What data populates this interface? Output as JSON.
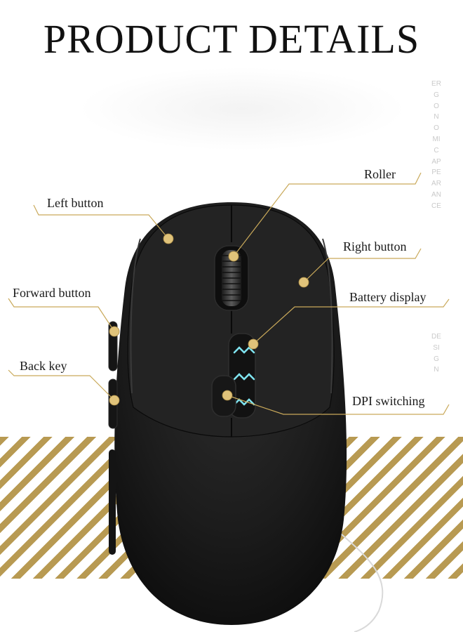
{
  "title": "PRODUCT DETAILS",
  "side_text_1": "ERGONOMIC APPEARANCE",
  "side_text_2": "DESIGN",
  "callouts": {
    "left_button": "Left button",
    "forward_button": "Forward button",
    "back_key": "Back key",
    "roller": "Roller",
    "right_button": "Right button",
    "battery_display": "Battery display",
    "dpi_switching": "DPI switching"
  },
  "colors": {
    "accent_gold": "#c9a95a",
    "stripe_gold": "#b89a52",
    "mouse_body": "#1b1b1b",
    "indicator": "#7fe3ef"
  }
}
